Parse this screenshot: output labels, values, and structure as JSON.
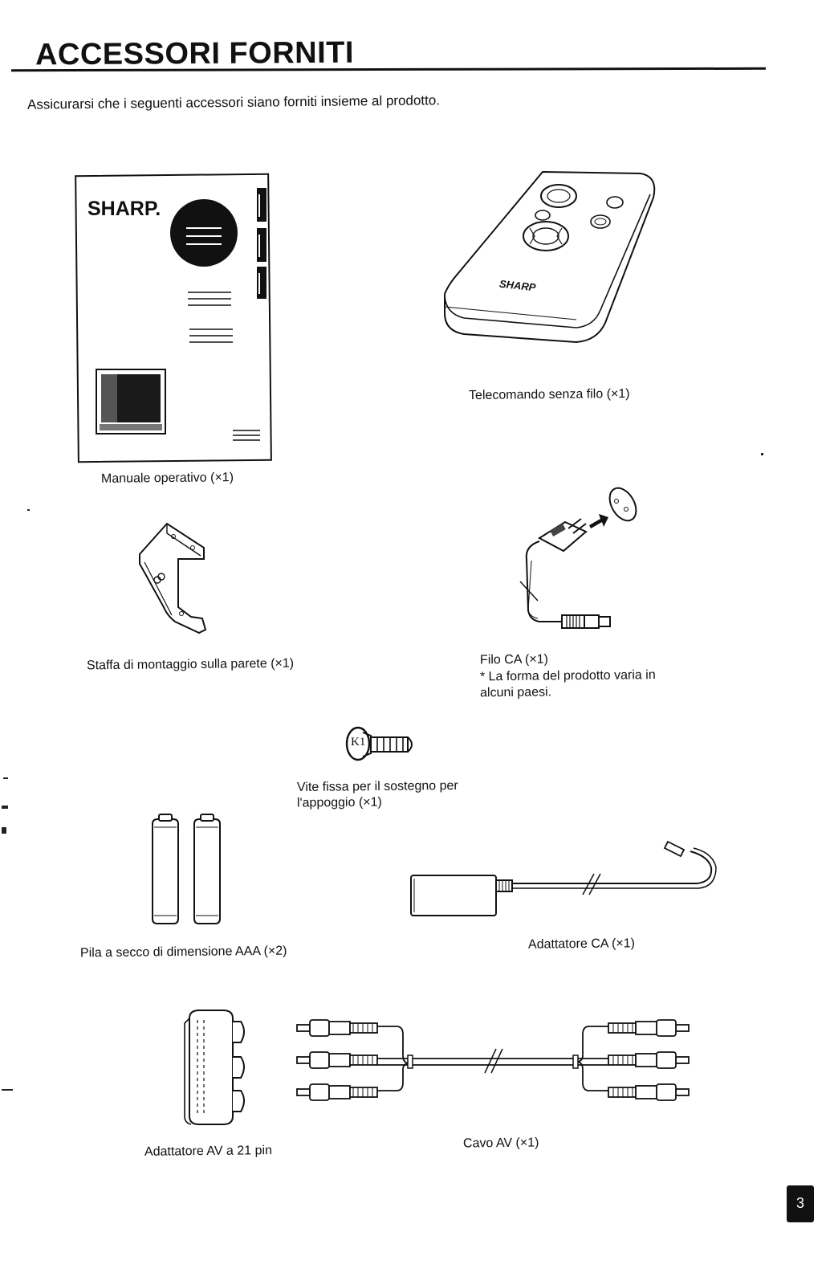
{
  "page": {
    "title": "ACCESSORI FORNITI",
    "intro": "Assicurarsi che i seguenti accessori siano forniti insieme al prodotto.",
    "page_number": "3"
  },
  "manual_cover": {
    "brand": "SHARP."
  },
  "remote": {
    "brand": "SHARP"
  },
  "items": {
    "manual": "Manuale operativo (×1)",
    "remote": "Telecomando senza filo (×1)",
    "bracket": "Staffa di montaggio sulla parete (×1)",
    "ac_cord": "Filo CA (×1)",
    "ac_cord_note": "* La forma del prodotto varia in alcuni paesi.",
    "screw_line1": "Vite fissa per il sostegno per",
    "screw_line2": "l'appoggio  (×1)",
    "battery": "Pila a secco di dimensione AAA (×2)",
    "adapter": "Adattatore CA (×1)",
    "av21": "Adattatore AV a 21 pin",
    "av_cable": "Cavo AV (×1)"
  },
  "screw_mark": "K1"
}
